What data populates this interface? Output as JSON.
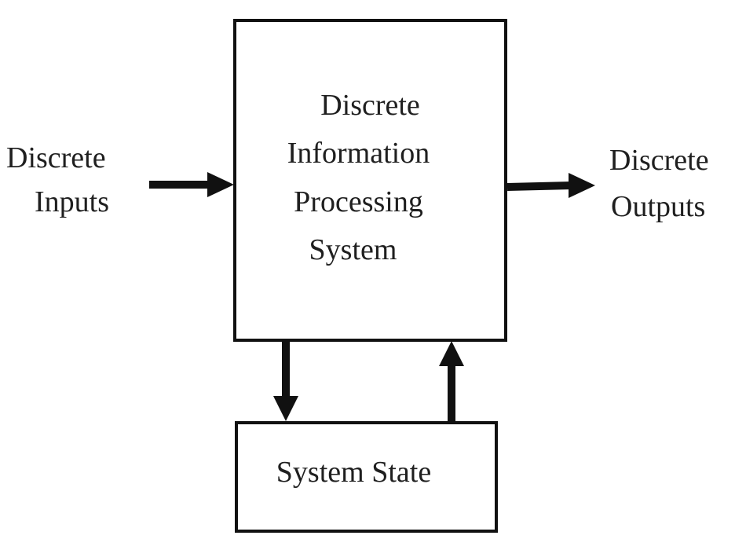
{
  "diagram": {
    "inputs_label": {
      "line1": "Discrete",
      "line2": "Inputs"
    },
    "processing_box": {
      "line1": "Discrete",
      "line2": "Information",
      "line3": "Processing",
      "line4": "System"
    },
    "outputs_label": {
      "line1": "Discrete",
      "line2": "Outputs"
    },
    "state_box": {
      "label": "System State"
    }
  },
  "colors": {
    "stroke": "#111111",
    "text": "#1f1f1f",
    "background": "#ffffff"
  }
}
